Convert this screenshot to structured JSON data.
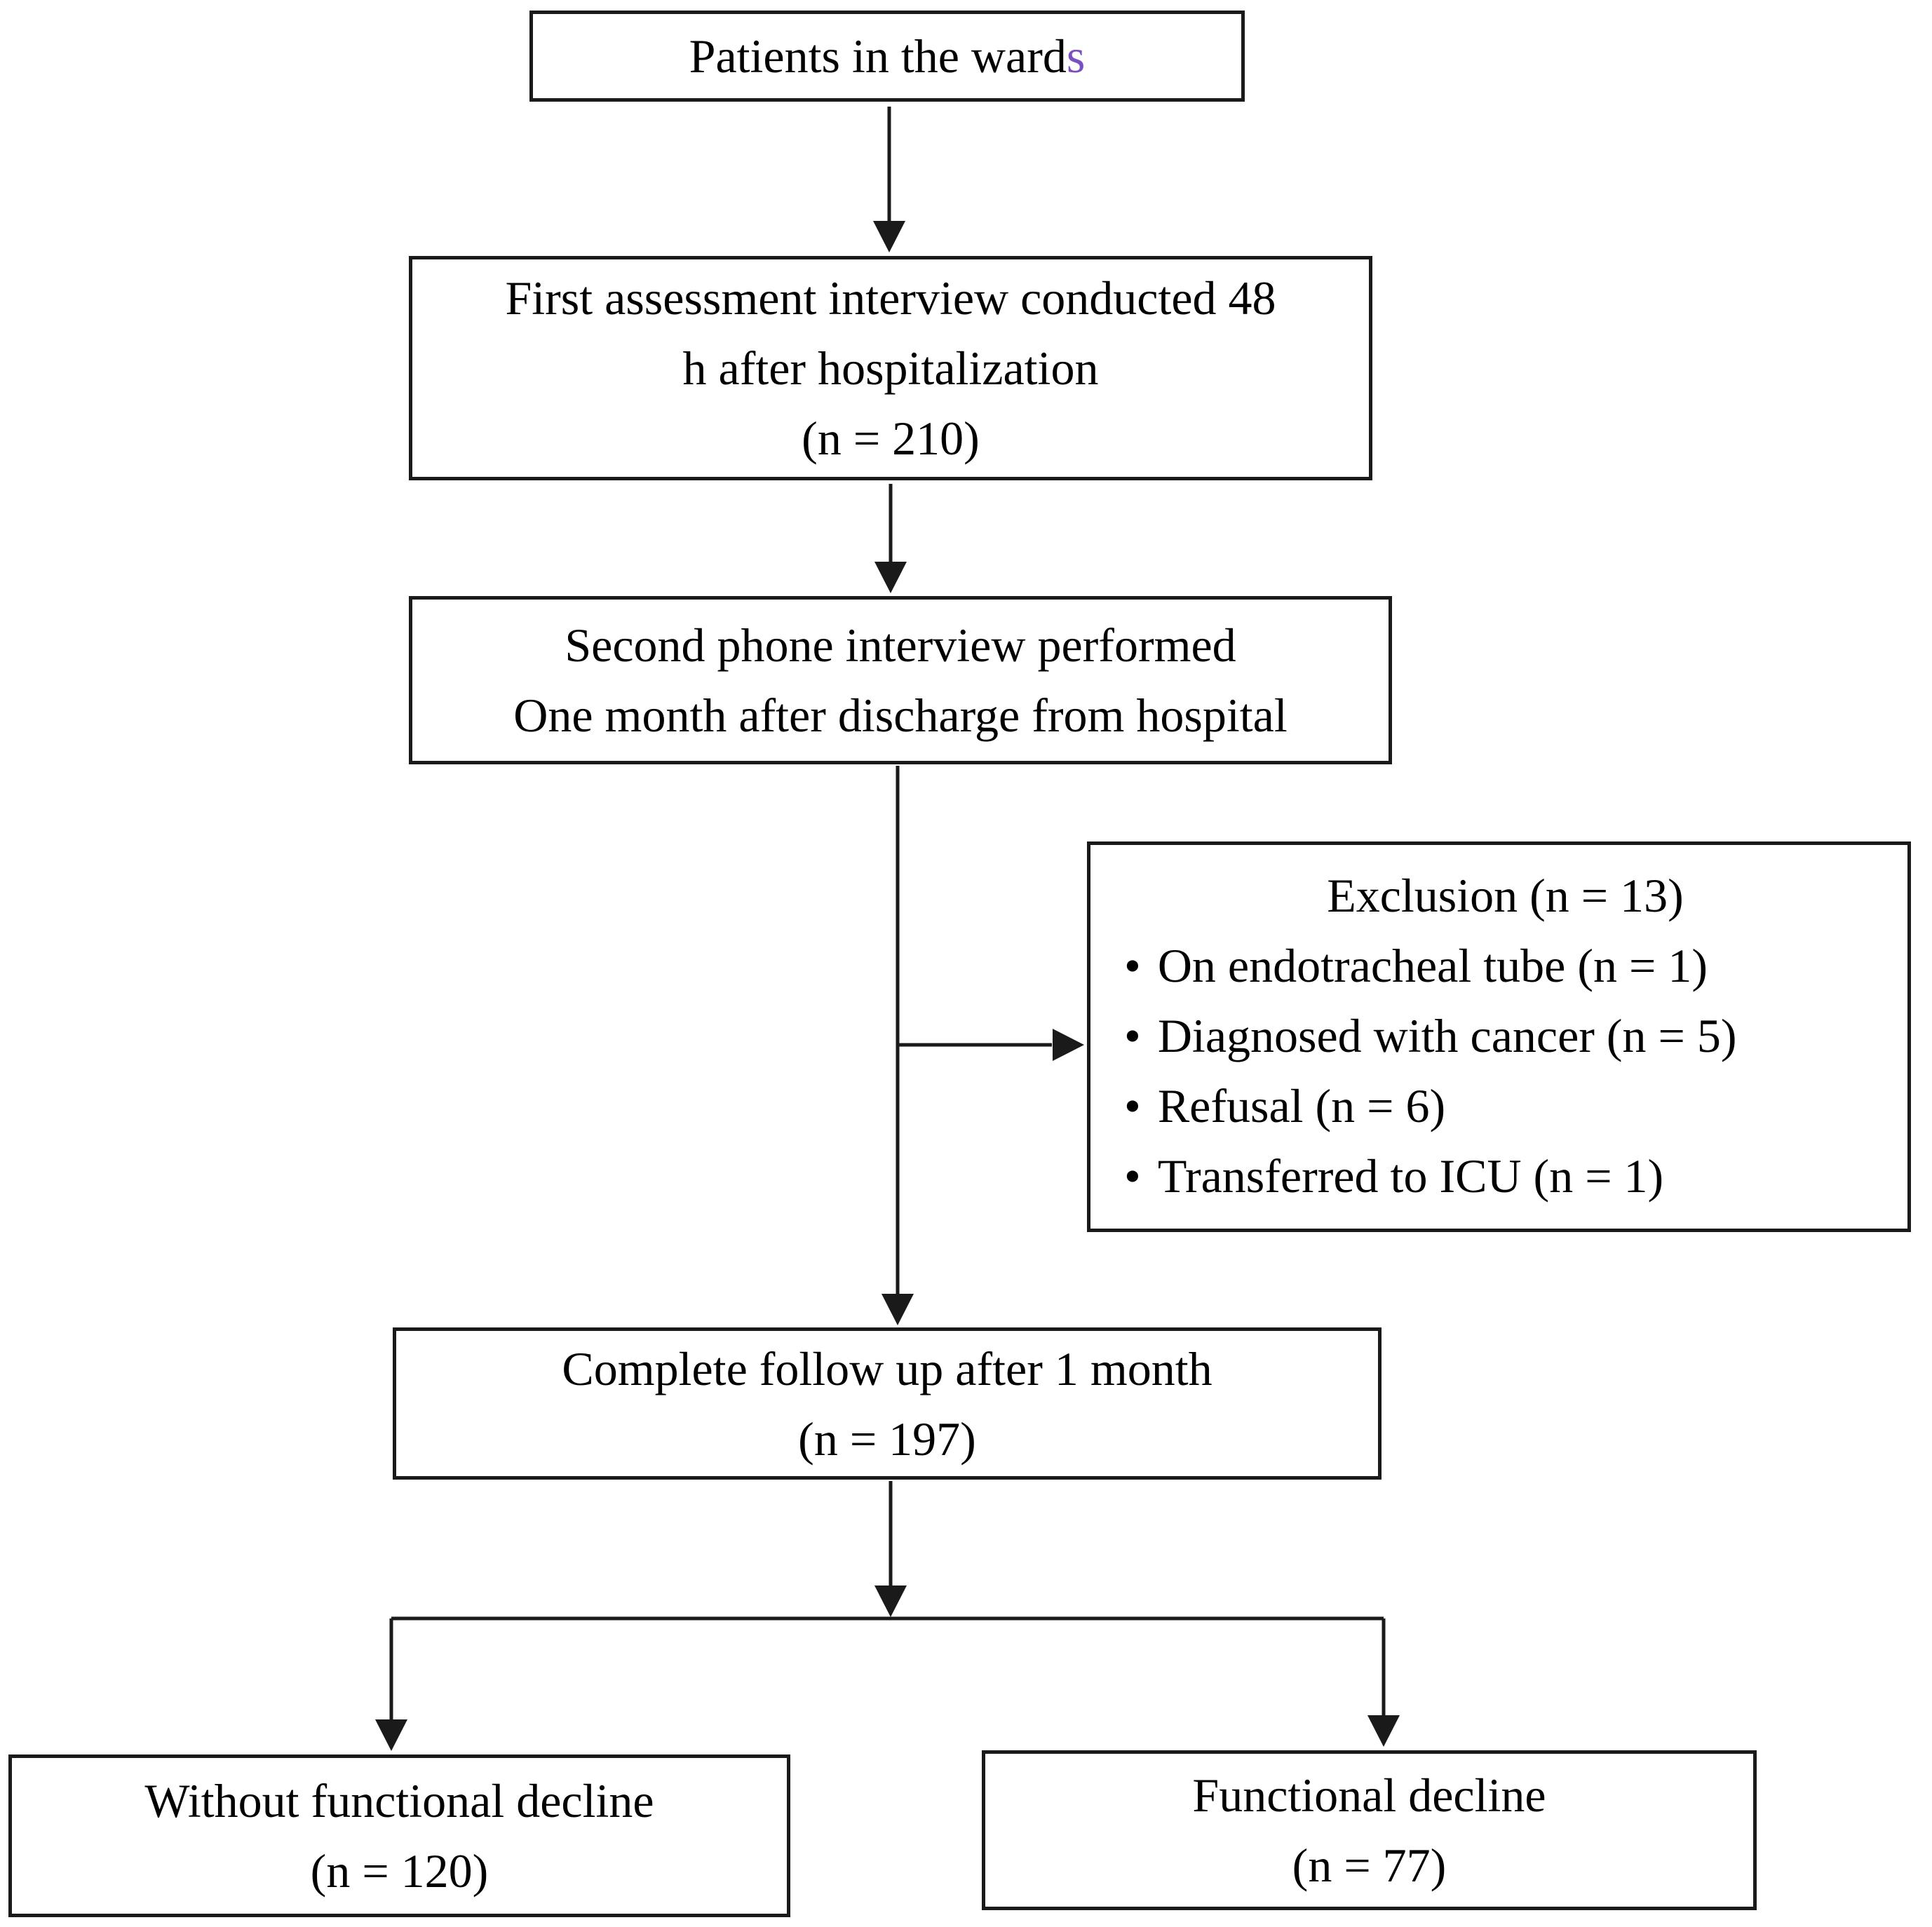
{
  "nodes": {
    "patients": {
      "text_main": "Patients in the ward",
      "text_accent": "s"
    },
    "first_assessment": {
      "lines": [
        "First assessment interview conducted 48",
        "h after hospitalization",
        "(n = 210)"
      ]
    },
    "second_interview": {
      "lines": [
        "Second phone interview performed",
        "One month after discharge from hospital"
      ]
    },
    "exclusion": {
      "title": "Exclusion (n = 13)",
      "bullet_char": "•",
      "bullets": [
        "On endotracheal tube (n = 1)",
        "Diagnosed with cancer (n = 5)",
        "Refusal (n = 6)",
        "Transferred to ICU (n = 1)"
      ]
    },
    "complete_followup": {
      "lines": [
        "Complete follow up after 1 month",
        "(n = 197)"
      ]
    },
    "without_decline": {
      "lines": [
        "Without functional decline",
        "(n = 120)"
      ]
    },
    "functional_decline": {
      "lines": [
        "Functional decline",
        "(n = 77)"
      ]
    }
  },
  "colors": {
    "box_border": "#1a1a1a",
    "connector": "#1a1a1a",
    "text": "#000000",
    "accent_purple": "#7b4fc4",
    "background": "#ffffff"
  }
}
